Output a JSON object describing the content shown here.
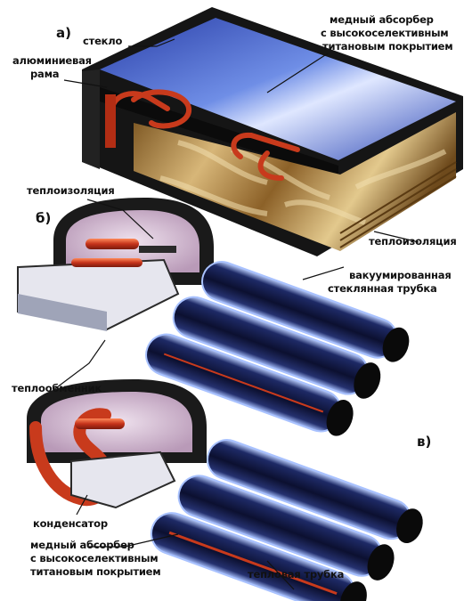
{
  "figure": {
    "panel_a": "а)",
    "panel_b": "б)",
    "panel_c": "в)"
  },
  "labels": {
    "glass": "стекло",
    "aluminium_frame_1": "алюминиевая",
    "aluminium_frame_2": "рама",
    "copper_absorber_top_1": "медный абсорбер",
    "copper_absorber_top_2": "с высокоселективным",
    "copper_absorber_top_3": "титановым покрытием",
    "insulation_top": "теплоизоляция",
    "insulation_right": "теплоизоляция",
    "vacuum_tube_1": "вакуумированная",
    "vacuum_tube_2": "стеклянная трубка",
    "heat_exchanger": "теплообменник",
    "condenser": "конденсатор",
    "copper_absorber_bottom_1": "медный абсорбер",
    "copper_absorber_bottom_2": "с высокоселективным",
    "copper_absorber_bottom_3": "титановым покрытием",
    "heat_pipe": "тепловая трубка"
  },
  "colors": {
    "frame_black": "#151515",
    "glass_blue": "#3c5cc8",
    "copper": "#c83a1c",
    "insulation_wood": "#b8904a",
    "tube_dark": "#141a3c",
    "tube_glow": "#7fa6ff",
    "insulation_pink": "#d9c3d6"
  }
}
